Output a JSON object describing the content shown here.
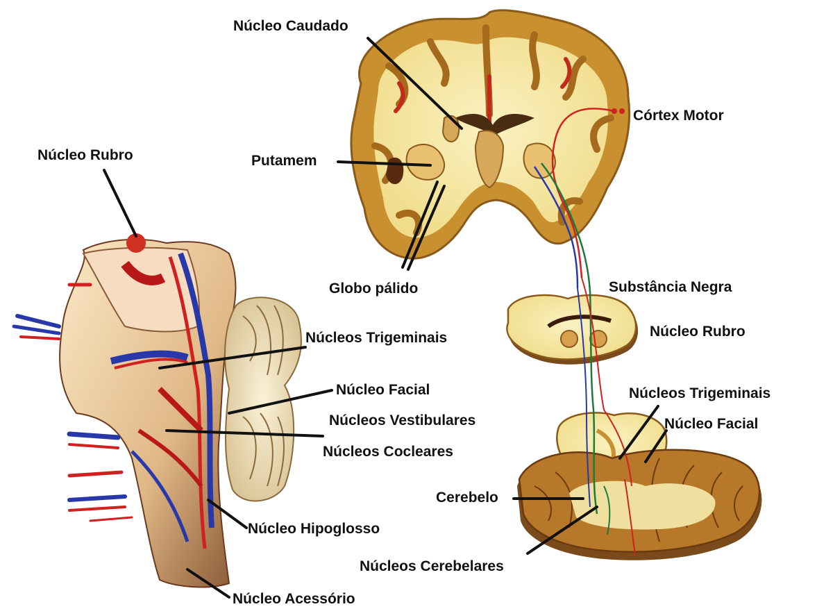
{
  "labels": {
    "nucleo_caudado": "Núcleo Caudado",
    "cortex_motor": "Córtex Motor",
    "putamem": "Putamem",
    "globo_palido": "Globo pálido",
    "substancia_negra": "Substância Negra",
    "nucleo_rubro_right": "Núcleo Rubro",
    "nucleos_trigeminais_right": "Núcleos Trigeminais",
    "nucleo_facial_right": "Núcleo Facial",
    "cerebelo": "Cerebelo",
    "nucleos_cerebelares": "Núcleos Cerebelares",
    "nucleo_rubro_left": "Núcleo Rubro",
    "nucleos_trigeminais_left": "Núcleos Trigeminais",
    "nucleo_facial_left": "Núcleo Facial",
    "nucleos_vestibulares": "Núcleos Vestibulares",
    "nucleos_cocleares": "Núcleos Cocleares",
    "nucleo_hipoglosso": "Núcleo Hipoglosso",
    "nucleo_acessorio": "Núcleo Acessório"
  },
  "colors": {
    "tissue": "#f2e4a0",
    "gray_matter": "#c8902e",
    "gray_matter_dark": "#8a5a1a",
    "vessel_red": "#d02020",
    "vessel_blue": "#2838a8",
    "tract_green": "#1e7a3a",
    "leader": "#111111"
  }
}
